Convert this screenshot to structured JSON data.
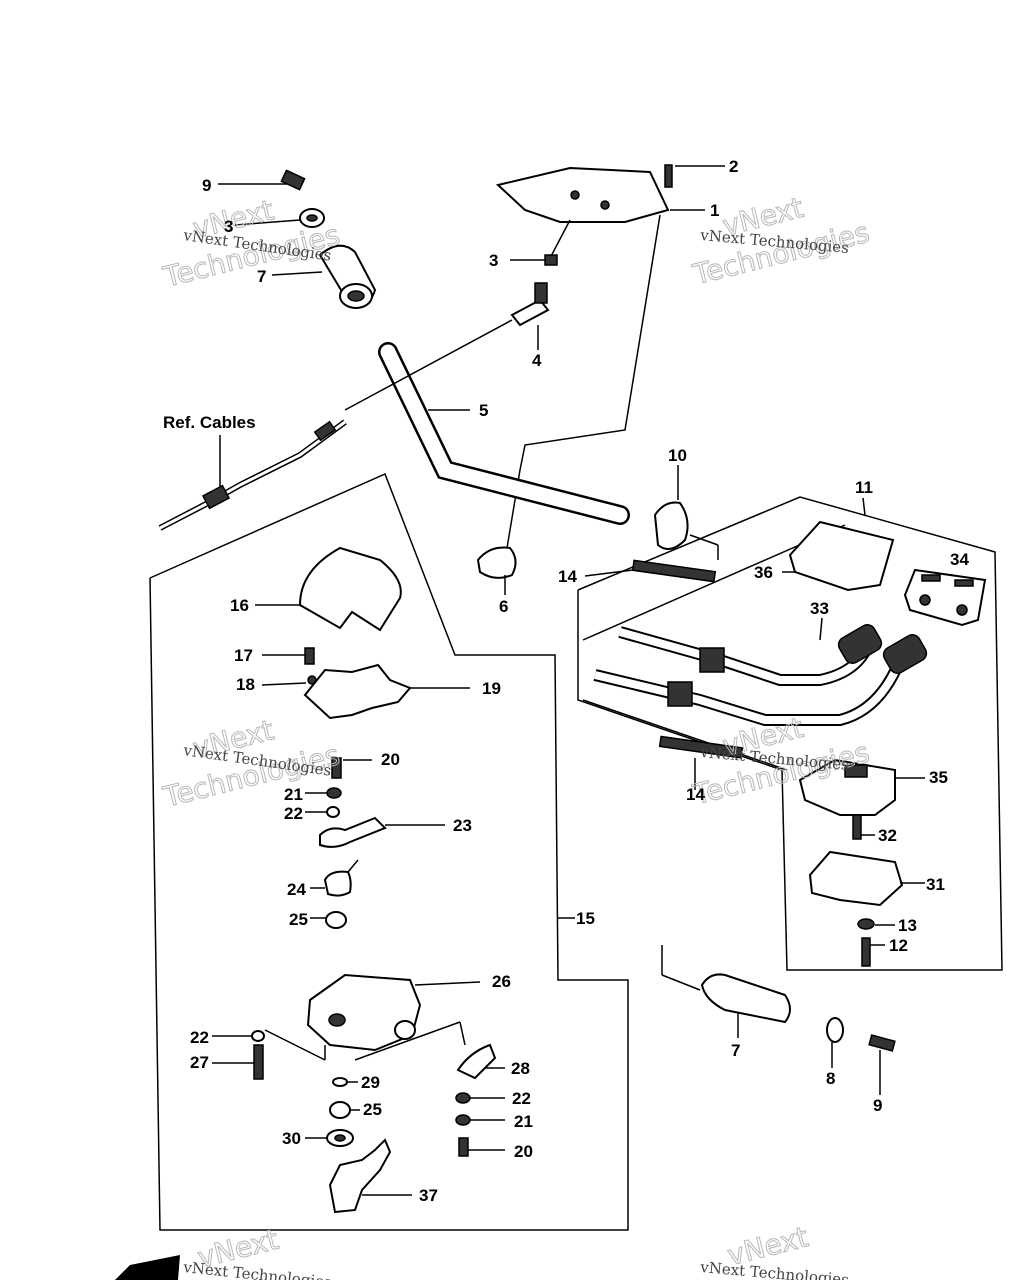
{
  "ref_cables_label": "Ref. Cables",
  "watermark": {
    "line1": "vNext",
    "line2": "Technologies",
    "caption": "vNext Technologies"
  },
  "callouts": {
    "c1": "1",
    "c2": "2",
    "c3a": "3",
    "c3b": "3",
    "c4": "4",
    "c5": "5",
    "c6": "6",
    "c7a": "7",
    "c7b": "7",
    "c8": "8",
    "c9a": "9",
    "c9b": "9",
    "c10": "10",
    "c11": "11",
    "c12": "12",
    "c13": "13",
    "c14a": "14",
    "c14b": "14",
    "c15": "15",
    "c16": "16",
    "c17": "17",
    "c18": "18",
    "c19": "19",
    "c20a": "20",
    "c20b": "20",
    "c21a": "21",
    "c21b": "21",
    "c22a": "22",
    "c22b": "22",
    "c22c": "22",
    "c23": "23",
    "c24": "24",
    "c25a": "25",
    "c25b": "25",
    "c26": "26",
    "c27": "27",
    "c28": "28",
    "c29": "29",
    "c30": "30",
    "c31": "31",
    "c32": "32",
    "c33": "33",
    "c34": "34",
    "c35": "35",
    "c36": "36",
    "c37": "37"
  }
}
